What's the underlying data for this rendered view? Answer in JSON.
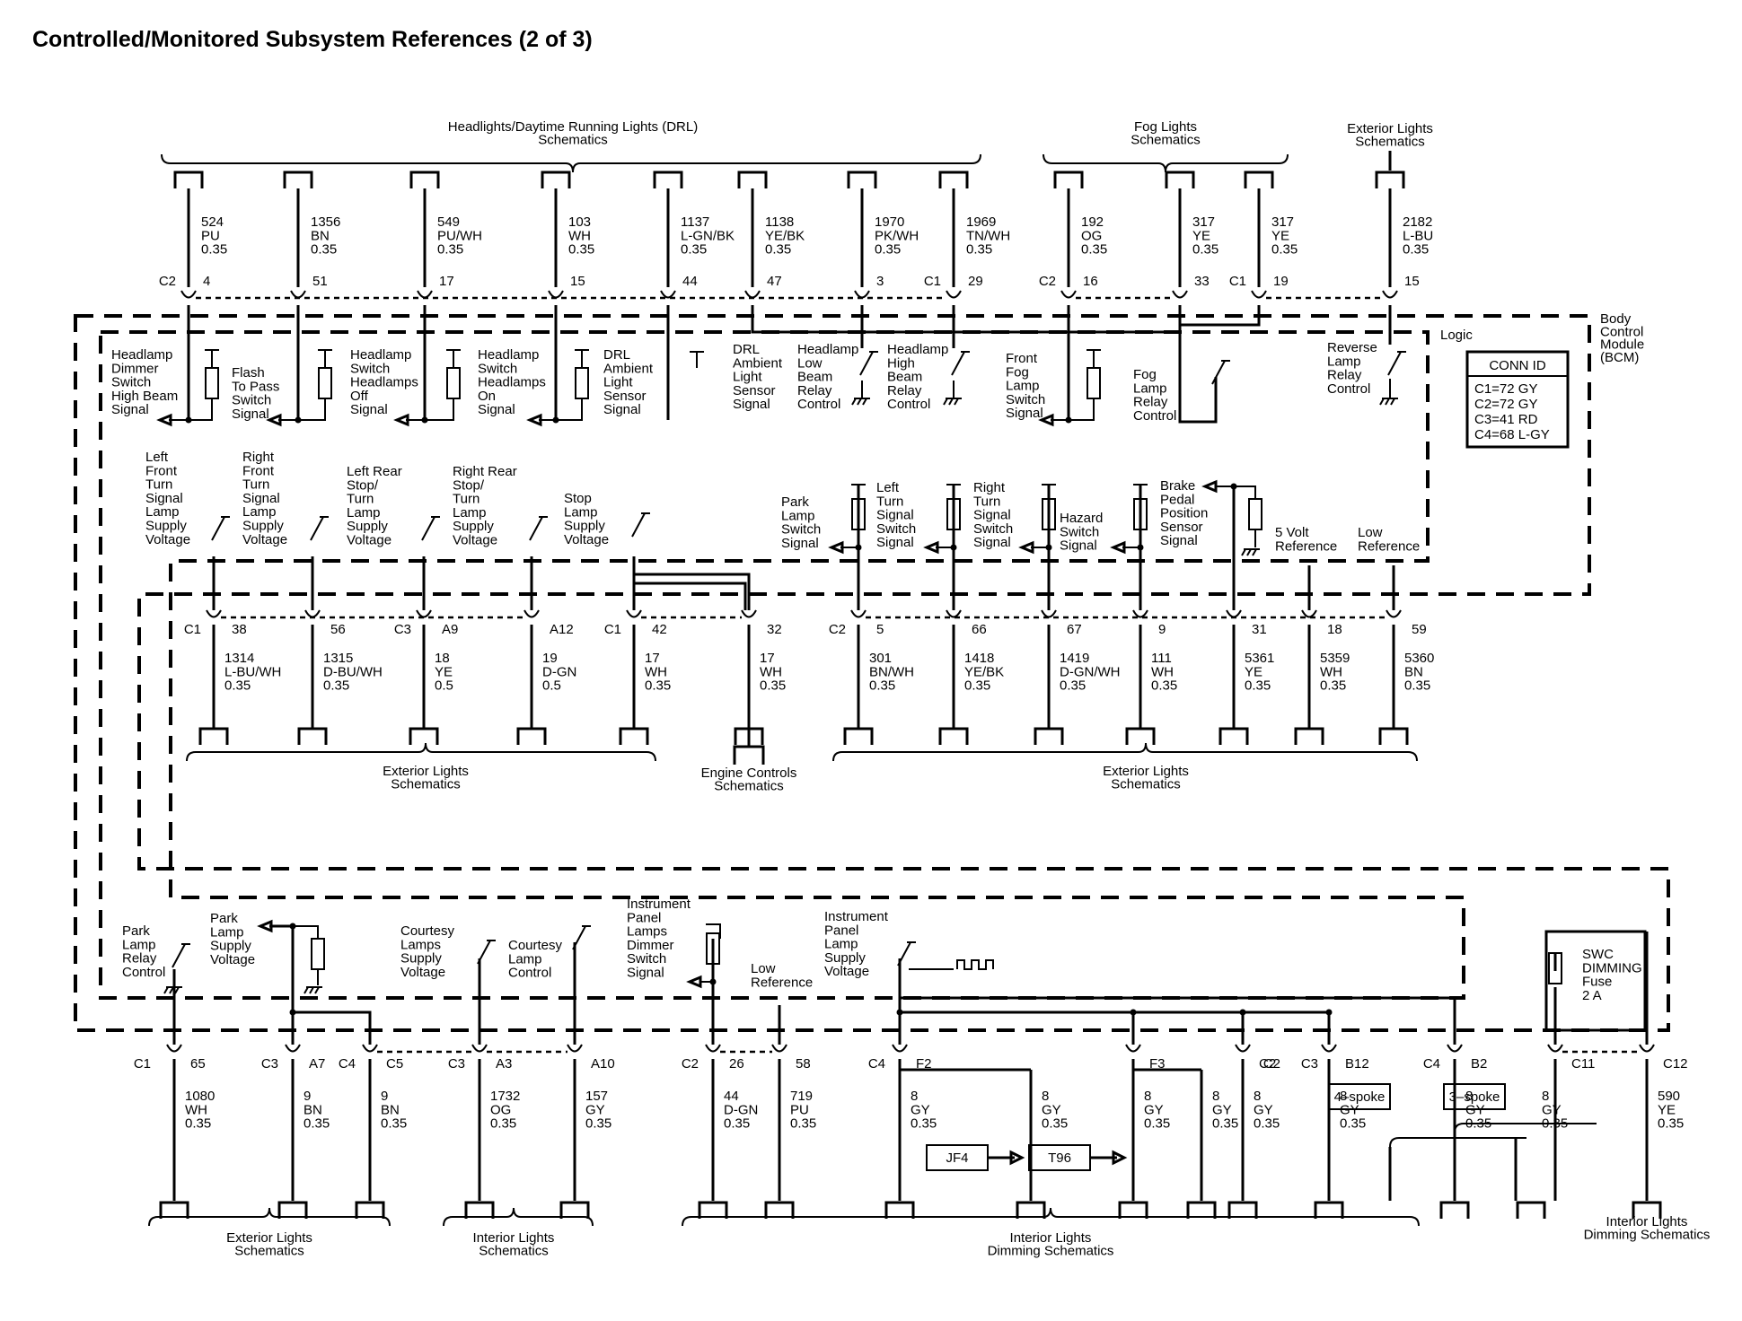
{
  "title": "Controlled/Monitored Subsystem References (2 of 3)",
  "module": "Body\nControl\nModule\n(BCM)",
  "logic": "Logic",
  "conn_id": {
    "header": "CONN ID",
    "lines": [
      "C1=72 GY",
      "C2=72 GY",
      "C3=41 RD",
      "C4=68 L-GY"
    ]
  },
  "groups": [
    {
      "label": "Headlights/Daytime Running Lights (DRL)\nSchematics"
    },
    {
      "label": "Fog Lights\nSchematics"
    },
    {
      "label": "Exterior Lights\nSchematics"
    },
    {
      "label": "Exterior Lights\nSchematics"
    },
    {
      "label": "Engine Controls\nSchematics"
    },
    {
      "label": "Exterior Lights\nSchematics"
    },
    {
      "label": "Exterior Lights\nSchematics"
    },
    {
      "label": "Interior Lights\nSchematics"
    },
    {
      "label": "Interior Lights\nDimming Schematics"
    },
    {
      "label": "Interior Lights\nDimming Schematics"
    }
  ],
  "conns": [
    "C2",
    "C1",
    "C2",
    "C1",
    "C1",
    "C3",
    "C1",
    "C2",
    "C1",
    "C3",
    "C4",
    "C3",
    "C2",
    "C4",
    "C2",
    "C3",
    "C4",
    "C11",
    "C12"
  ],
  "top_wires": [
    {
      "circuit": "524\nPU\n0.35",
      "pin": "4"
    },
    {
      "circuit": "1356\nBN\n0.35",
      "pin": "51"
    },
    {
      "circuit": "549\nPU/WH\n0.35",
      "pin": "17"
    },
    {
      "circuit": "103\nWH\n0.35",
      "pin": "15"
    },
    {
      "circuit": "1137\nL-GN/BK\n0.35",
      "pin": "44"
    },
    {
      "circuit": "1138\nYE/BK\n0.35",
      "pin": "47"
    },
    {
      "circuit": "1970\nPK/WH\n0.35",
      "pin": "3"
    },
    {
      "circuit": "1969\nTN/WH\n0.35",
      "pin": "29"
    },
    {
      "circuit": "192\nOG\n0.35",
      "pin": "16"
    },
    {
      "circuit": "317\nYE\n0.35",
      "pin": "33"
    },
    {
      "circuit": "317\nYE\n0.35",
      "pin": "19"
    },
    {
      "circuit": "2182\nL-BU\n0.35",
      "pin": "15"
    }
  ],
  "top_labels": [
    "Headlamp\nDimmer\nSwitch\nHigh Beam\nSignal",
    "Flash\nTo Pass\nSwitch\nSignal",
    "Headlamp\nSwitch\nHeadlamps\nOff\nSignal",
    "Headlamp\nSwitch\nHeadlamps\nOn\nSignal",
    "DRL\nAmbient\nLight\nSensor\nSignal",
    "DRL\nAmbient\nLight\nSensor\nSignal",
    "Headlamp\nLow\nBeam\nRelay\nControl",
    "Headlamp\nHigh\nBeam\nRelay\nControl",
    "Front\nFog\nLamp\nSwitch\nSignal",
    "Fog\nLamp\nRelay\nControl",
    "Reverse\nLamp\nRelay\nControl"
  ],
  "mid_wires": [
    {
      "circuit": "1314\nL-BU/WH\n0.35",
      "pin": "38"
    },
    {
      "circuit": "1315\nD-BU/WH\n0.35",
      "pin": "56"
    },
    {
      "circuit": "18\nYE\n0.5",
      "pin": "A9"
    },
    {
      "circuit": "19\nD-GN\n0.5",
      "pin": "A12"
    },
    {
      "circuit": "17\nWH\n0.35",
      "pin": "42"
    },
    {
      "circuit": "17\nWH\n0.35",
      "pin": "32"
    },
    {
      "circuit": "301\nBN/WH\n0.35",
      "pin": "5"
    },
    {
      "circuit": "1418\nYE/BK\n0.35",
      "pin": "66"
    },
    {
      "circuit": "1419\nD-GN/WH\n0.35",
      "pin": "67"
    },
    {
      "circuit": "111\nWH\n0.35",
      "pin": "9"
    },
    {
      "circuit": "5361\nYE\n0.35",
      "pin": "31"
    },
    {
      "circuit": "5359\nWH\n0.35",
      "pin": "18"
    },
    {
      "circuit": "5360\nBN\n0.35",
      "pin": "59"
    }
  ],
  "mid_labels": [
    "Left\nFront\nTurn\nSignal\nLamp\nSupply\nVoltage",
    "Right\nFront\nTurn\nSignal\nLamp\nSupply\nVoltage",
    "Left Rear\nStop/\nTurn\nLamp\nSupply\nVoltage",
    "Right Rear\nStop/\nTurn\nLamp\nSupply\nVoltage",
    "Stop\nLamp\nSupply\nVoltage",
    "Park\nLamp\nSwitch\nSignal",
    "Left\nTurn\nSignal\nSwitch\nSignal",
    "Right\nTurn\nSignal\nSwitch\nSignal",
    "Hazard\nSwitch\nSignal",
    "Brake\nPedal\nPosition\nSensor\nSignal",
    "5 Volt\nReference",
    "Low\nReference"
  ],
  "bot_wires": [
    {
      "circuit": "1080\nWH\n0.35",
      "pin": "65"
    },
    {
      "circuit": "9\nBN\n0.35",
      "pin": "A7"
    },
    {
      "circuit": "9\nBN\n0.35",
      "pin": "C5"
    },
    {
      "circuit": "1732\nOG\n0.35",
      "pin": "A3"
    },
    {
      "circuit": "157\nGY\n0.35",
      "pin": "A10"
    },
    {
      "circuit": "44\nD-GN\n0.35",
      "pin": "26"
    },
    {
      "circuit": "719\nPU\n0.35",
      "pin": "58"
    },
    {
      "circuit": "8\nGY\n0.35",
      "pin": "F2"
    },
    {
      "circuit": "8\nGY\n0.35",
      "pin": ""
    },
    {
      "circuit": "8\nGY\n0.35",
      "pin": "F3"
    },
    {
      "circuit": "8\nGY\n0.35",
      "pin": ""
    },
    {
      "circuit": "8\nGY\n0.35",
      "pin": "C2"
    },
    {
      "circuit": "8\nGY\n0.35",
      "pin": "B12"
    },
    {
      "circuit": "8\nGY\n0.35",
      "pin": "B2"
    },
    {
      "circuit": "8\nGY\n0.35",
      "pin": ""
    },
    {
      "circuit": "",
      "pin": "C11"
    },
    {
      "circuit": "590\nYE\n0.35",
      "pin": "C12"
    }
  ],
  "bot_labels": [
    "Park\nLamp\nRelay\nControl",
    "Park\nLamp\nSupply\nVoltage",
    "Courtesy\nLamps\nSupply\nVoltage",
    "Courtesy\nLamp\nControl",
    "Instrument\nPanel\nLamps\nDimmer\nSwitch\nSignal",
    "Low\nReference",
    "Instrument\nPanel\nLamp\nSupply\nVoltage"
  ],
  "fuse": "SWC\nDIMMING\nFuse\n2 A",
  "boxes": [
    "JF4",
    "T96",
    "4–spoke",
    "3–spoke"
  ]
}
